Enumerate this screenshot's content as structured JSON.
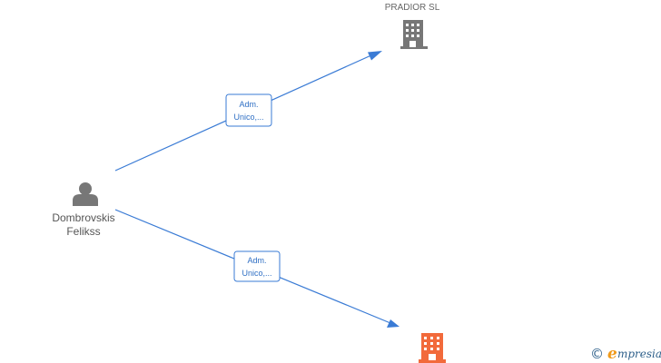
{
  "nodes": {
    "company_top": {
      "name": "PRADIOR  SL",
      "icon": "building-icon",
      "color": "#777777"
    },
    "person": {
      "name_line1": "Dombrovskis",
      "name_line2": "Felikss",
      "icon": "person-icon",
      "color": "#777777"
    },
    "company_bottom": {
      "icon": "building-icon",
      "color": "#f26a3b"
    }
  },
  "edges": [
    {
      "label_line1": "Adm.",
      "label_line2": "Unico,..."
    },
    {
      "label_line1": "Adm.",
      "label_line2": "Unico,..."
    }
  ],
  "edge_color": "#3a7bd5",
  "brand": {
    "copyright": "©",
    "initial": "e",
    "rest": "mpresia"
  }
}
